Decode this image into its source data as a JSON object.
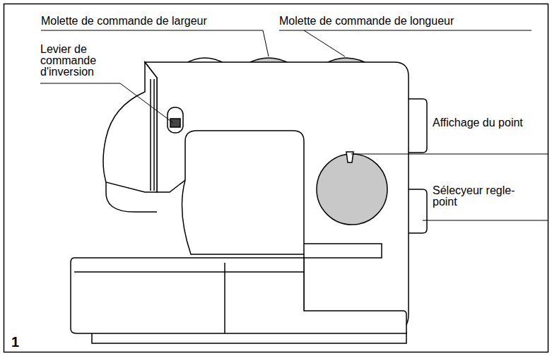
{
  "diagram": {
    "labels": [
      "Molette de commande de largeur",
      "Molette de commande de longueur",
      "Levier de commande d'inversion",
      "Affichage du point",
      "Sélecyeur regle-point",
      "1"
    ]
  }
}
